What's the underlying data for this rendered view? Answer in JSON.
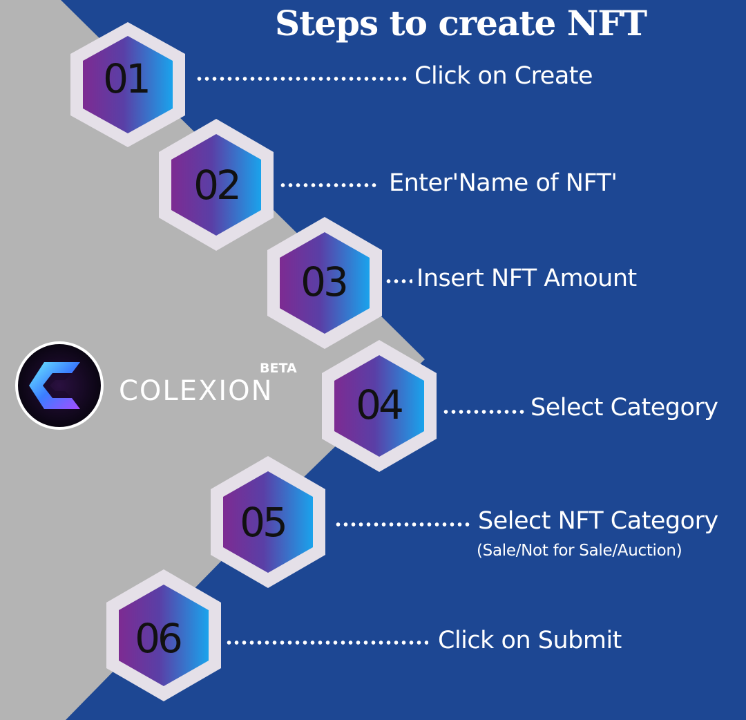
{
  "title": "Steps to create NFT",
  "brand": {
    "name": "COLEXION",
    "badge": "BETA"
  },
  "colors": {
    "background": "#1d4793",
    "panel": "#b4b4b4",
    "hex_border": "#e5e0e8",
    "hex_gradient_start": "#7d2b92",
    "hex_gradient_end": "#1aa3ec"
  },
  "steps": [
    {
      "number": "01",
      "label": "Click on Create"
    },
    {
      "number": "02",
      "label": "Enter'Name of NFT'"
    },
    {
      "number": "03",
      "label": "Insert NFT Amount"
    },
    {
      "number": "04",
      "label": "Select Category"
    },
    {
      "number": "05",
      "label": "Select NFT Category",
      "sublabel": "(Sale/Not for Sale/Auction)"
    },
    {
      "number": "06",
      "label": "Click on Submit"
    }
  ]
}
